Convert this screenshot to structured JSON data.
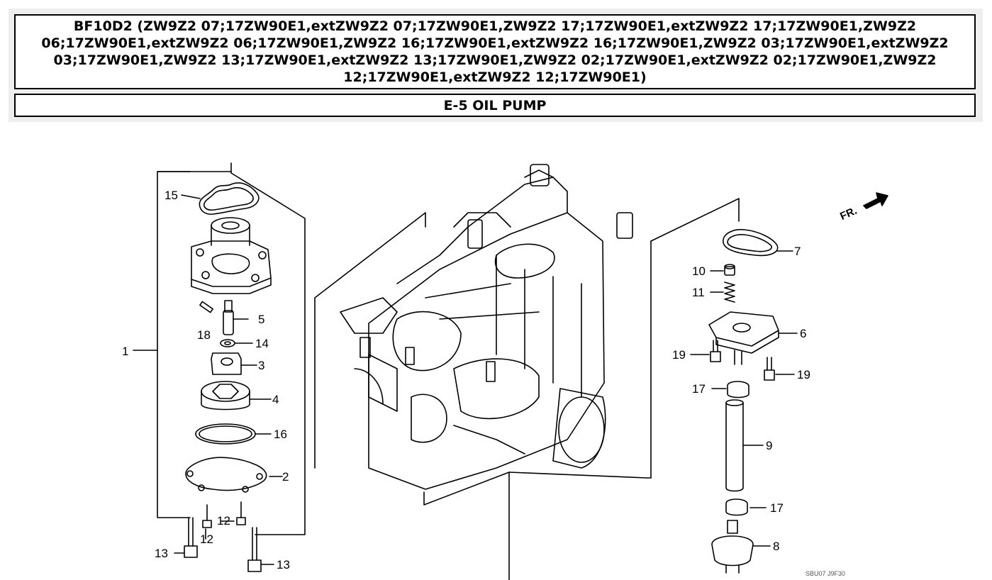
{
  "header": {
    "model_title": "BF10D2 (ZW9Z2 07;17ZW90E1,extZW9Z2 07;17ZW90E1,ZW9Z2 17;17ZW90E1,extZW9Z2 17;17ZW90E1,ZW9Z2 06;17ZW90E1,extZW9Z2 06;17ZW90E1,ZW9Z2 16;17ZW90E1,extZW9Z2 16;17ZW90E1,ZW9Z2 03;17ZW90E1,extZW9Z2 03;17ZW90E1,ZW9Z2 13;17ZW90E1,extZW9Z2 13;17ZW90E1,ZW9Z2 02;17ZW90E1,extZW9Z2 02;17ZW90E1,ZW9Z2 12;17ZW90E1,extZW9Z2 12;17ZW90E1)",
    "section_title": "E-5 OIL PUMP"
  },
  "diagram": {
    "front_indicator": "FR.",
    "drawing_code": "SBU07 J9F30",
    "callouts": {
      "c1": "1",
      "c2": "2",
      "c3": "3",
      "c4": "4",
      "c5": "5",
      "c6": "6",
      "c7": "7",
      "c8": "8",
      "c9": "9",
      "c10": "10",
      "c11": "11",
      "c12a": "12",
      "c12b": "12",
      "c13a": "13",
      "c13b": "13",
      "c14": "14",
      "c15": "15",
      "c16": "16",
      "c17a": "17",
      "c17b": "17",
      "c18": "18",
      "c19a": "19",
      "c19b": "19"
    }
  }
}
